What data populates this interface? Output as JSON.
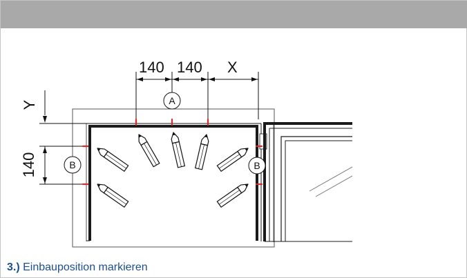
{
  "header": {
    "bar_color": "#a9a9a9"
  },
  "dimensions": {
    "top_left": "140",
    "top_middle": "140",
    "top_right": "X",
    "vertical_offset": "Y",
    "vertical_spacing": "140"
  },
  "markers": {
    "top": "A",
    "left": "B",
    "right": "B"
  },
  "caption": {
    "step": "3.)",
    "text": " Einbauposition markieren",
    "color": "#1b4f8c"
  },
  "colors": {
    "mark": "#d42b2b",
    "frame_line": "#1a1a1a",
    "guide_line": "#999999"
  }
}
